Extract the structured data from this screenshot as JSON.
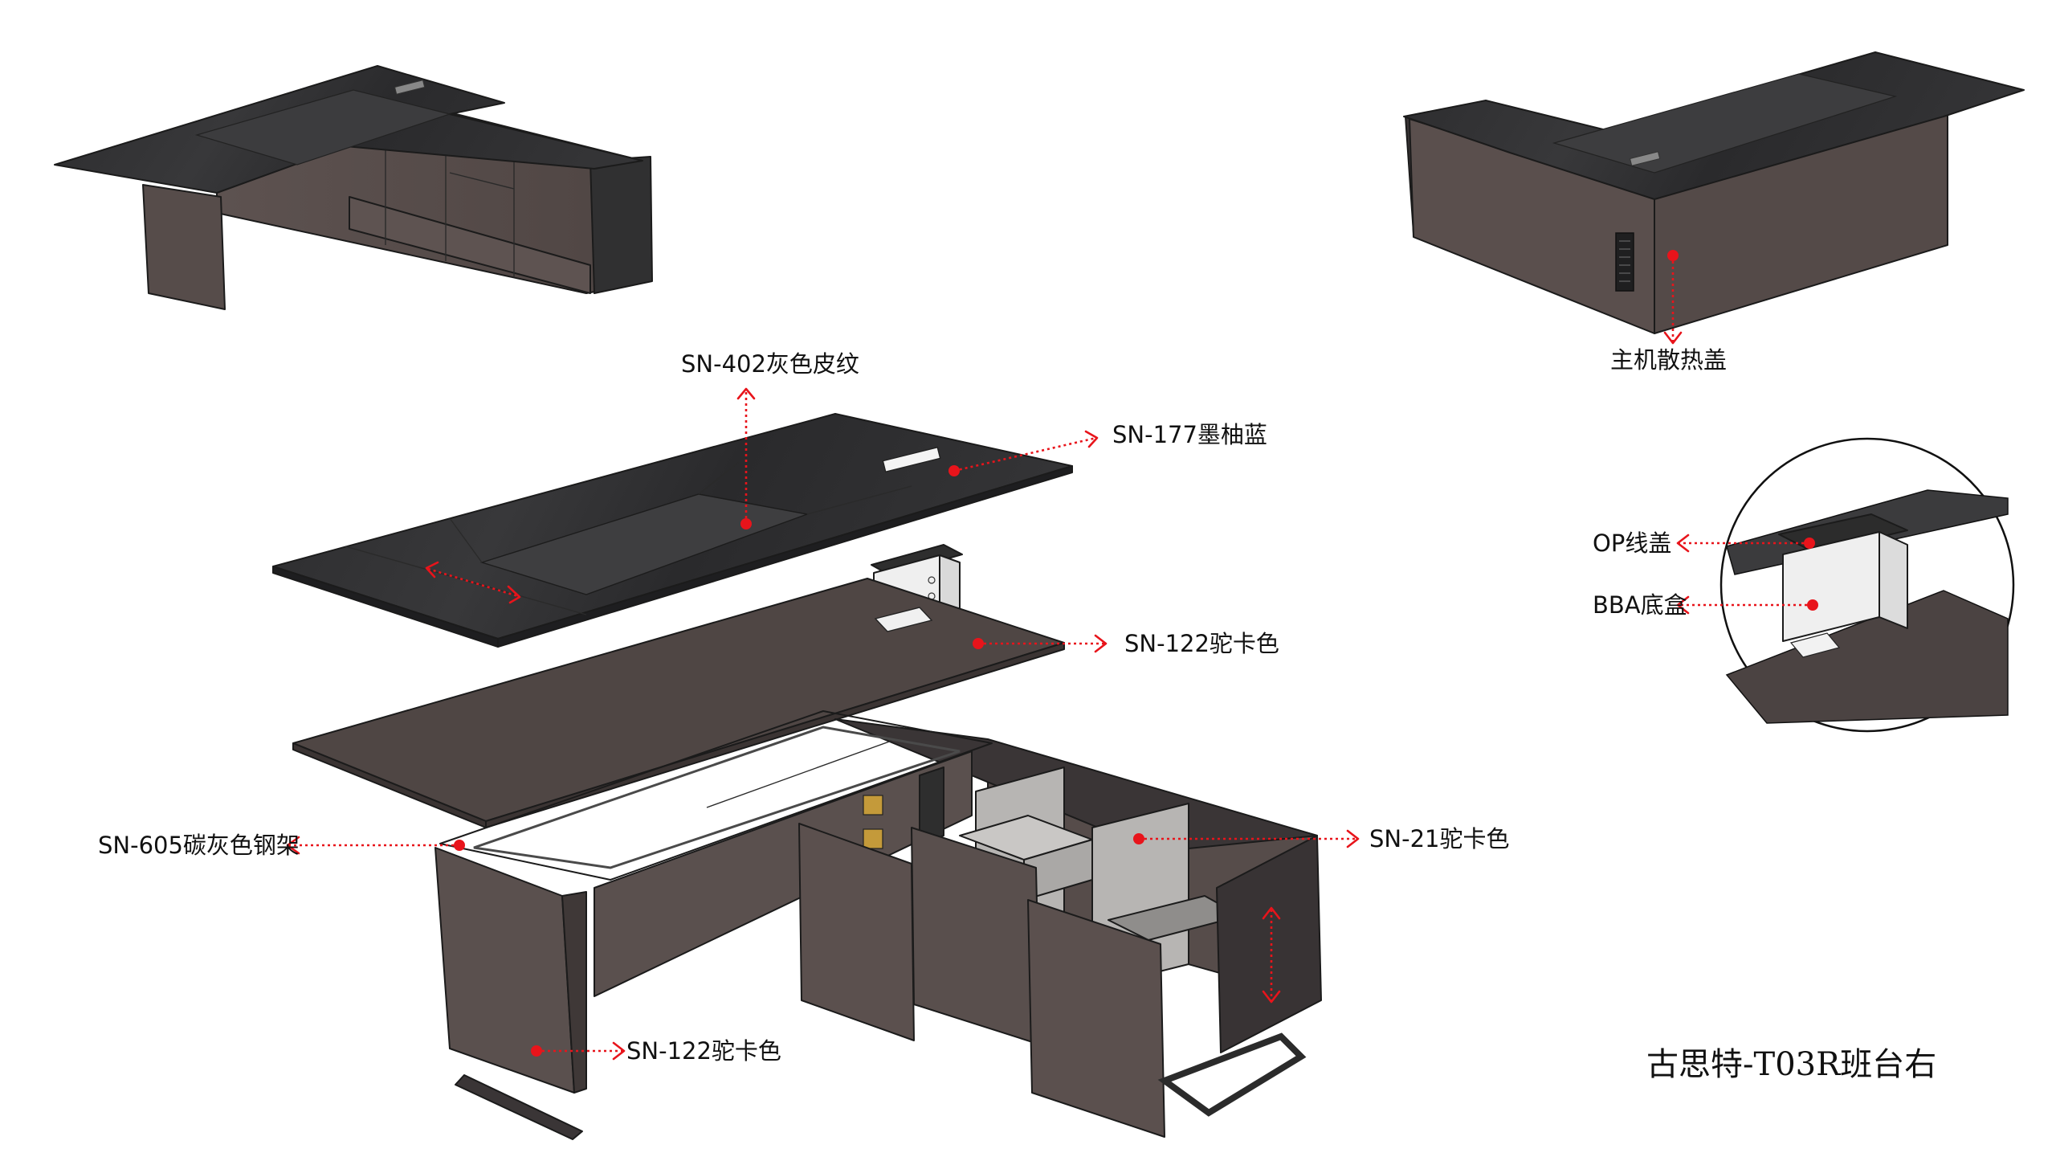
{
  "title": "古思特-T03R班台右",
  "labels": {
    "top_leather": "SN-402灰色皮纹",
    "top_veneer": "SN-177墨柚蓝",
    "panel_camel": "SN-122驼卡色",
    "steel_frame": "SN-605碳灰色钢架",
    "cabinet_camel": "SN-21驼卡色",
    "leg_camel": "SN-122驼卡色",
    "host_vent": "主机散热盖",
    "op_cover": "OP线盖",
    "bba_box": "BBA底盒"
  },
  "colors": {
    "top_dark": "#2f2f31",
    "leather": "#3e3e40",
    "body_brown": "#5a4f4d",
    "panel_brown": "#4d4443",
    "interior_grey": "#b4b2b0",
    "frame_dark": "#2b2b2b",
    "accent_red": "#e8141b"
  }
}
